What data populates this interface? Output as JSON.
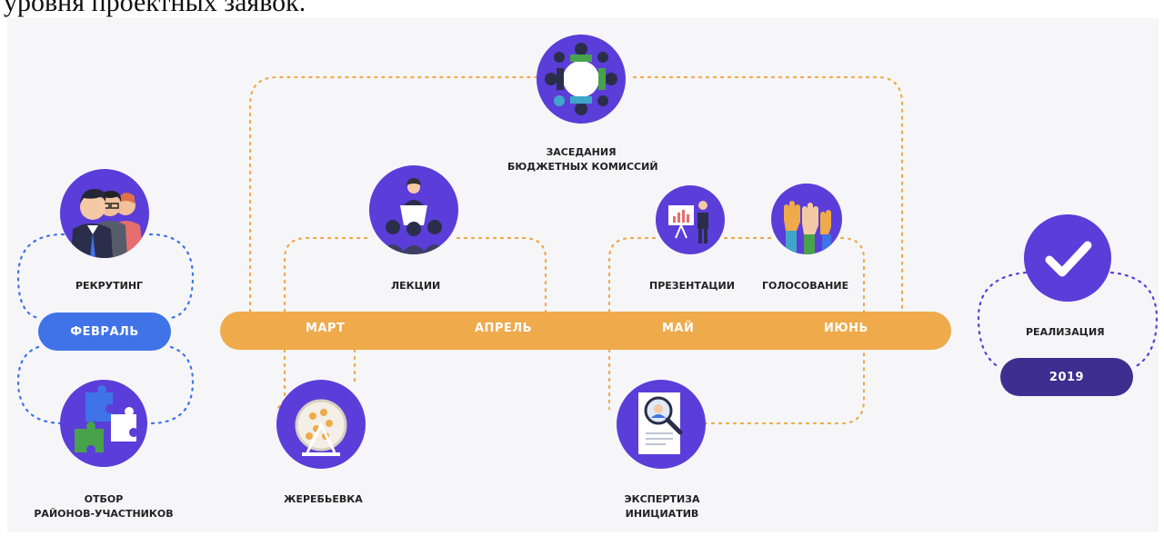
{
  "header": {
    "fragment": "уровня проектных заявок."
  },
  "months": {
    "feb": "ФЕВРАЛЬ",
    "mar": "МАРТ",
    "apr": "АПРЕЛЬ",
    "may": "МАЙ",
    "jun": "ИЮНЬ"
  },
  "year": "2019",
  "labels": {
    "recruiting": "РЕКРУТИНГ",
    "selection_1": "ОТБОР",
    "selection_2": "РАЙОНОВ-УЧАСТНИКОВ",
    "lectures": "ЛЕКЦИИ",
    "draw": "ЖЕРЕБЬЕВКА",
    "commission_1": "ЗАСЕДАНИЯ",
    "commission_2": "БЮДЖЕТНЫХ КОМИССИЙ",
    "presentations": "ПРЕЗЕНТАЦИИ",
    "voting": "ГОЛОСОВАНИЕ",
    "expertise_1": "ЭКСПЕРТИЗА",
    "expertise_2": "ИНИЦИАТИВ",
    "realization": "РЕАЛИЗАЦИЯ"
  },
  "colors": {
    "timeline": "#eeaa4b",
    "february": "#3f73e7",
    "year_pill": "#3d2e90",
    "icon_circle": "#5b3dd9"
  },
  "icons": [
    "people-icon",
    "puzzle-icon",
    "lecture-icon",
    "lottery-drum-icon",
    "round-table-icon",
    "presentation-icon",
    "raised-hands-icon",
    "document-magnifier-icon",
    "checkmark-icon"
  ]
}
